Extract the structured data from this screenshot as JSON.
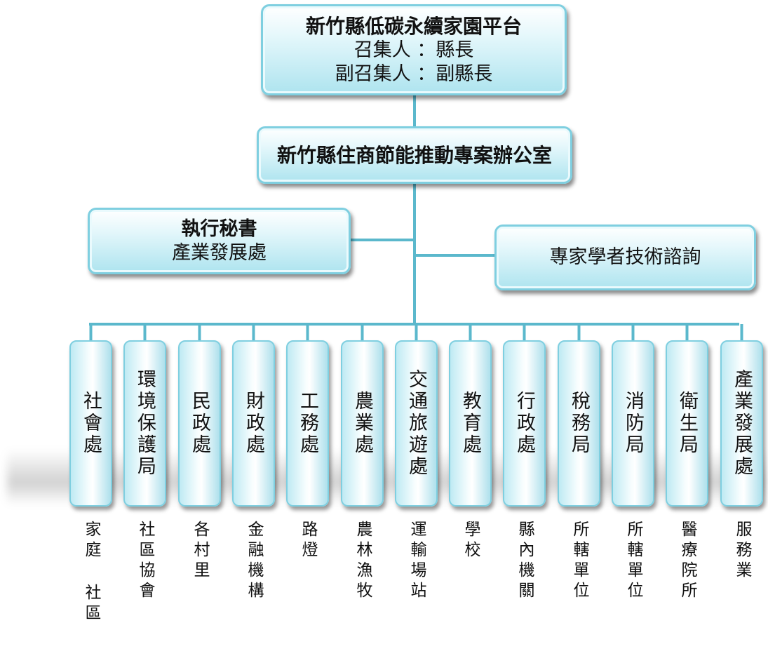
{
  "platform": {
    "title": "新竹縣低碳永續家園平台",
    "convener": "召集人 ：縣長",
    "deputy_convener": "副召集人 ：副縣長"
  },
  "office": {
    "title": "新竹縣住商節能推動專案辦公室"
  },
  "secretary": {
    "title": "執行秘書",
    "unit": "產業發展處"
  },
  "experts": {
    "title": "專家學者技術諮詢"
  },
  "departments": [
    {
      "name": "社會處",
      "stakeholders": "家庭 社區"
    },
    {
      "name": "環境保護局",
      "stakeholders": "社區協會"
    },
    {
      "name": "民政處",
      "stakeholders": "各村里"
    },
    {
      "name": "財政處",
      "stakeholders": "金融機構"
    },
    {
      "name": "工務處",
      "stakeholders": "路燈"
    },
    {
      "name": "農業處",
      "stakeholders": "農林漁牧"
    },
    {
      "name": "交通旅遊處",
      "stakeholders": "運輸場站"
    },
    {
      "name": "教育處",
      "stakeholders": "學校"
    },
    {
      "name": "行政處",
      "stakeholders": "縣內機關"
    },
    {
      "name": "稅務局",
      "stakeholders": "所轄單位"
    },
    {
      "name": "消防局",
      "stakeholders": "所轄單位"
    },
    {
      "name": "衛生局",
      "stakeholders": "醫療院所"
    },
    {
      "name": "產業發展處",
      "stakeholders": "服務業"
    }
  ],
  "colors": {
    "connector": "#5bb8cc",
    "box_border": "#7fcfe0",
    "box_fill": "#aee4ef"
  }
}
